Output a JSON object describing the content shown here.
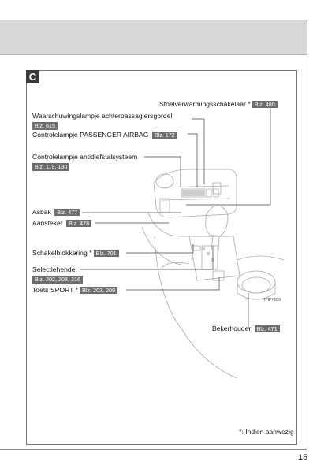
{
  "section": {
    "letter": "C"
  },
  "callouts": {
    "seat_heater": {
      "label": "Stoelverwarmingsschakelaar",
      "star": "*",
      "ref": "Blz. 480"
    },
    "rear_belt_lamp": {
      "label": "Waarschuwingslampje achterpassagiersgordel",
      "ref": "Blz. 615"
    },
    "passenger_airbag": {
      "label": "Controlelampje PASSENGER AIRBAG",
      "ref": "Blz. 172"
    },
    "anti_theft": {
      "label": "Controlelampje antidiefstalsysteem",
      "ref": "Blz. 119, 130"
    },
    "ashtray": {
      "label": "Asbak",
      "ref": "Blz. 477"
    },
    "lighter": {
      "label": "Aansteker",
      "ref": "Blz. 478"
    },
    "shift_lock": {
      "label": "Schakelblokkering",
      "star": "*",
      "ref": "Blz. 701"
    },
    "selector": {
      "label": "Selectiehendel",
      "ref": "Blz. 202, 208, 216"
    },
    "sport": {
      "label": "Toets SPORT",
      "star": "*",
      "ref": "Blz. 203, 209"
    },
    "cup_holder": {
      "label": "Bekerhouder",
      "ref": "Blz. 471"
    }
  },
  "image_code": "ITIPY109",
  "footnote": {
    "star": "*",
    "text": ": Indien aanwezig"
  },
  "page_number": "15",
  "colors": {
    "ref_badge": "#6e6e6e",
    "header_band": "#d9d9d9"
  }
}
